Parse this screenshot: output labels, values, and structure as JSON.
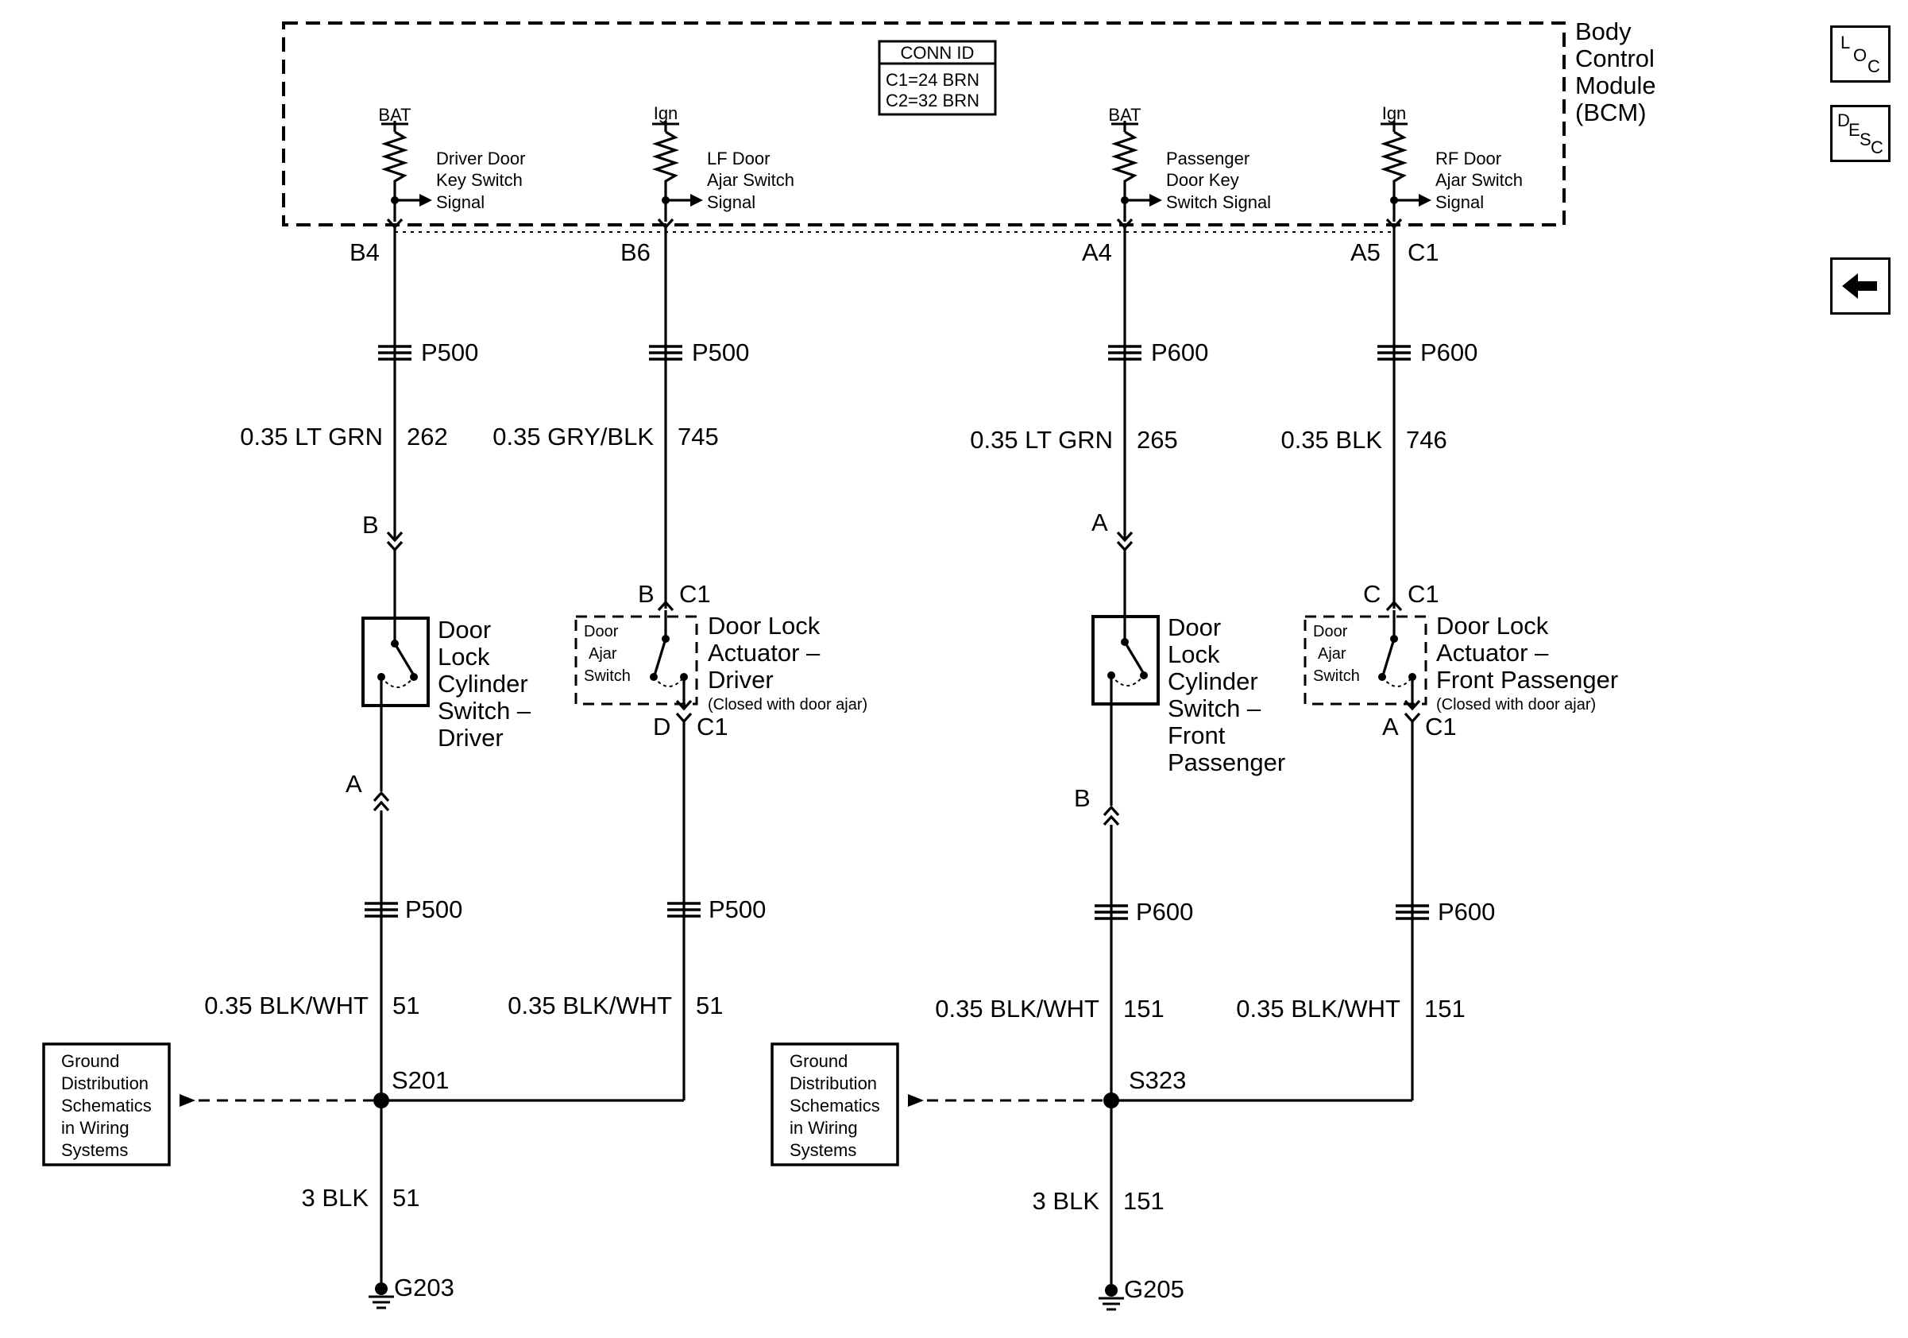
{
  "module": {
    "name_lines": [
      "Body",
      "Control",
      "Module",
      "(BCM)"
    ],
    "conn_id": {
      "title": "CONN ID",
      "c1": "C1=24 BRN",
      "c2": "C2=32 BRN"
    }
  },
  "inputs": [
    {
      "source": "BAT",
      "signal_lines": [
        "Driver Door",
        "Key Switch",
        "Signal"
      ],
      "pin": "B4",
      "pin_conn": ""
    },
    {
      "source": "Ign",
      "signal_lines": [
        "LF Door",
        "Ajar Switch",
        "Signal"
      ],
      "pin": "B6",
      "pin_conn": ""
    },
    {
      "source": "BAT",
      "signal_lines": [
        "Passenger",
        "Door Key",
        "Switch Signal"
      ],
      "pin": "A4",
      "pin_conn": ""
    },
    {
      "source": "Ign",
      "signal_lines": [
        "RF Door",
        "Ajar Switch",
        "Signal"
      ],
      "pin": "A5",
      "pin_conn": "C1"
    }
  ],
  "upper_connectors": [
    "P500",
    "P500",
    "P600",
    "P600"
  ],
  "upper_wires": [
    {
      "gauge_color": "0.35 LT GRN",
      "circuit": "262"
    },
    {
      "gauge_color": "0.35 GRY/BLK",
      "circuit": "745"
    },
    {
      "gauge_color": "0.35 LT GRN",
      "circuit": "265"
    },
    {
      "gauge_color": "0.35 BLK",
      "circuit": "746"
    }
  ],
  "components": {
    "driver_cylinder": {
      "pin_top": "B",
      "pin_bottom": "A",
      "name_lines": [
        "Door",
        "Lock",
        "Cylinder",
        "Switch –",
        "Driver"
      ]
    },
    "driver_actuator": {
      "pin_top": "B",
      "pin_top_conn": "C1",
      "pin_bottom": "D",
      "pin_bottom_conn": "C1",
      "switch_lines": [
        "Door",
        "Ajar",
        "Switch"
      ],
      "name_lines": [
        "Door Lock",
        "Actuator –",
        "Driver"
      ],
      "note": "(Closed with door ajar)"
    },
    "pass_cylinder": {
      "pin_top": "A",
      "pin_bottom": "B",
      "name_lines": [
        "Door",
        "Lock",
        "Cylinder",
        "Switch –",
        "Front",
        "Passenger"
      ]
    },
    "pass_actuator": {
      "pin_top": "C",
      "pin_top_conn": "C1",
      "pin_bottom": "A",
      "pin_bottom_conn": "C1",
      "switch_lines": [
        "Door",
        "Ajar",
        "Switch"
      ],
      "name_lines": [
        "Door Lock",
        "Actuator –",
        "Front Passenger"
      ],
      "note": "(Closed with door ajar)"
    }
  },
  "lower_connectors": [
    "P500",
    "P500",
    "P600",
    "P600"
  ],
  "lower_wires": [
    {
      "gauge_color": "0.35 BLK/WHT",
      "circuit": "51"
    },
    {
      "gauge_color": "0.35 BLK/WHT",
      "circuit": "51"
    },
    {
      "gauge_color": "0.35 BLK/WHT",
      "circuit": "151"
    },
    {
      "gauge_color": "0.35 BLK/WHT",
      "circuit": "151"
    }
  ],
  "splices": [
    "S201",
    "S323"
  ],
  "ground_ref_lines": [
    "Ground",
    "Distribution",
    "Schematics",
    "in Wiring",
    "Systems"
  ],
  "ground_wires": [
    {
      "gauge_color": "3 BLK",
      "circuit": "51"
    },
    {
      "gauge_color": "3 BLK",
      "circuit": "151"
    }
  ],
  "grounds": [
    "G203",
    "G205"
  ],
  "nav": {
    "loc": {
      "a": "L",
      "b": "O",
      "c": "C"
    },
    "desc": {
      "a": "D",
      "b": "E",
      "c": "S",
      "d": "C"
    },
    "back_icon": "left-arrow-icon"
  }
}
